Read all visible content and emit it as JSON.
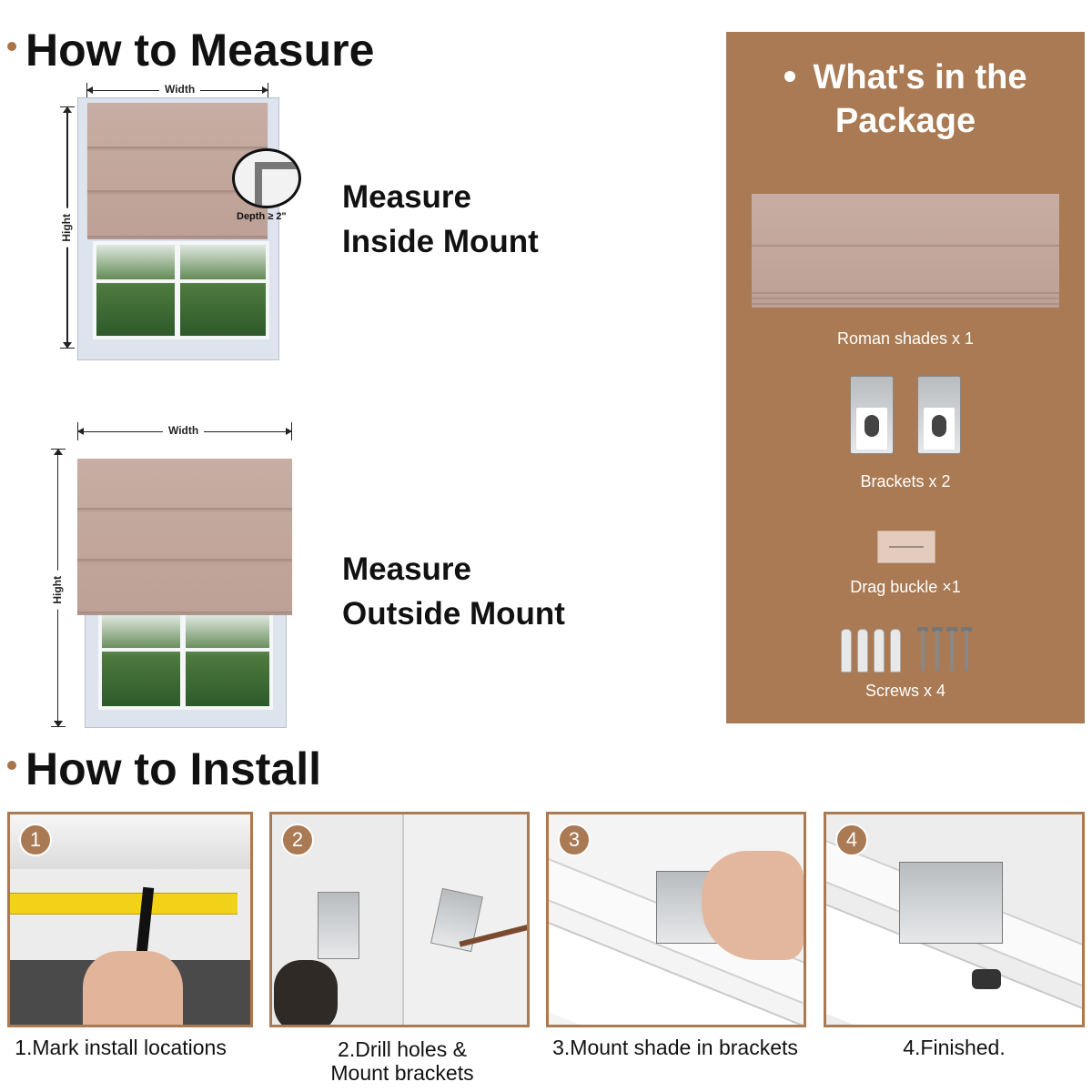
{
  "measure": {
    "title": "How to Measure",
    "inside": {
      "width_label": "Width",
      "height_label": "Hight",
      "depth_label": "Depth ≥ 2\"",
      "caption_line1": "Measure",
      "caption_line2": "Inside Mount"
    },
    "outside": {
      "width_label": "Width",
      "height_label": "Hight",
      "caption_line1": "Measure",
      "caption_line2": "Outside Mount"
    }
  },
  "package": {
    "title_line1": "What's in the",
    "title_line2": "Package",
    "items": [
      {
        "label": "Roman shades x 1",
        "icon": "roman-shade-icon"
      },
      {
        "label": "Brackets x 2",
        "icon": "bracket-icon"
      },
      {
        "label": "Drag buckle ×1",
        "icon": "drag-buckle-icon"
      },
      {
        "label": "Screws x 4",
        "icon": "screws-icon"
      }
    ]
  },
  "install": {
    "title": "How to Install",
    "steps": [
      {
        "number": "1",
        "caption": "1.Mark install locations"
      },
      {
        "number": "2",
        "caption_line1": "2.Drill holes &",
        "caption_line2": "Mount brackets"
      },
      {
        "number": "3",
        "caption": "3.Mount shade in brackets"
      },
      {
        "number": "4",
        "caption": "4.Finished."
      }
    ]
  },
  "colors": {
    "accent": "#a97a53",
    "fabric": "#c3a89e"
  }
}
